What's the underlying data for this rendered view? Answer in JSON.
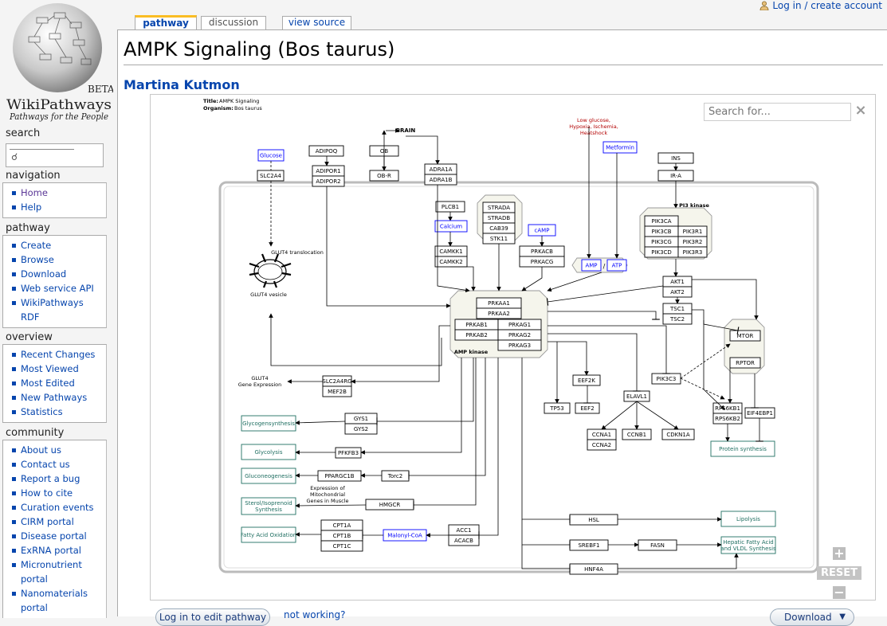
{
  "tabs": [
    {
      "label": "pathway",
      "active": true
    },
    {
      "label": "discussion",
      "active": false
    },
    {
      "label": "view source",
      "active": false
    }
  ],
  "personal": {
    "login": "Log in / create account"
  },
  "logo": {
    "badge": "BETA",
    "name": "WikiPathways",
    "tagline": "Pathways for the People"
  },
  "sidebar": {
    "search": {
      "title": "search"
    },
    "navigation": {
      "title": "navigation",
      "items": [
        "Home",
        "Help"
      ]
    },
    "pathway": {
      "title": "pathway",
      "items": [
        "Create",
        "Browse",
        "Download",
        "Web service API",
        "WikiPathways RDF"
      ]
    },
    "overview": {
      "title": "overview",
      "items": [
        "Recent Changes",
        "Most Viewed",
        "Most Edited",
        "New Pathways",
        "Statistics"
      ]
    },
    "community": {
      "title": "community",
      "items": [
        "About us",
        "Contact us",
        "Report a bug",
        "How to cite",
        "Curation events",
        "CIRM portal",
        "Disease portal",
        "ExRNA portal",
        "Micronutrient portal",
        "Nanomaterials portal"
      ]
    }
  },
  "page": {
    "title": "AMPK Signaling (Bos taurus)",
    "author": "Martina Kutmon"
  },
  "viewer": {
    "search_placeholder": "Search for...",
    "close": "×",
    "zoom_in": "+",
    "zoom_out": "−",
    "reset": "RESET",
    "edit_label": "Log in to edit pathway",
    "not_working": "not working?",
    "download_label": "Download",
    "download_caret": "▼"
  },
  "diagram": {
    "title_label": "Title:",
    "title_value": "AMPK Signaling",
    "organism_label": "Organism:",
    "organism_value": "Bos taurus",
    "labels": {
      "brain": "BRAIN",
      "stress": [
        "Low glucose,",
        "Hypoxia, Ischemia,",
        "Heatshock"
      ],
      "glut4_translocation": "GLUT4 translocation",
      "glut4_vesicle": "GLUT4 vesicle",
      "glut4_expr": [
        "GLUT4",
        "Gene Expression"
      ],
      "pi3": "PI3 kinase",
      "ampk": "AMP kinase",
      "mito": [
        "Expression of",
        "Mitochondrial",
        "Genes in Muscle"
      ],
      "slash": "/"
    },
    "genes": {
      "adipoq": "ADIPOQ",
      "ob": "OB",
      "adipor1": "ADIPOR1",
      "adipor2": "ADIPOR2",
      "obr": "OB-R",
      "adra1a": "ADRA1A",
      "adra1b": "ADRA1B",
      "slc2a4": "SLC2A4",
      "plcb1": "PLCB1",
      "strada": "STRADA",
      "stradb": "STRADB",
      "cab39": "CAB39",
      "stk11": "STK11",
      "ins": "INS",
      "ira": "IR-A",
      "camkk1": "CAMKK1",
      "camkk2": "CAMKK2",
      "prkacb": "PRKACB",
      "prkacg": "PRKACG",
      "pik3ca": "PIK3CA",
      "pik3cb": "PIK3CB",
      "pik3cg": "PIK3CG",
      "pik3cd": "PIK3CD",
      "pik3r1": "PIK3R1",
      "pik3r2": "PIK3R2",
      "pik3r3": "PIK3R3",
      "prkaa1": "PRKAA1",
      "prkaa2": "PRKAA2",
      "prkab1": "PRKAB1",
      "prkab2": "PRKAB2",
      "prkag1": "PRKAG1",
      "prkag2": "PRKAG2",
      "prkag3": "PRKAG3",
      "akt1": "AKT1",
      "akt2": "AKT2",
      "tsc1": "TSC1",
      "tsc2": "TSC2",
      "mtor": "MTOR",
      "rptor": "RPTOR",
      "slc2a4rg": "SLC2A4RG",
      "mef2b": "MEF2B",
      "gys1": "GYS1",
      "gys2": "GYS2",
      "pfkfb3": "PFKFB3",
      "ppargc1b": "PPARGC1B",
      "torc2": "Torc2",
      "hmgcr": "HMGCR",
      "cpt1a": "CPT1A",
      "cpt1b": "CPT1B",
      "cpt1c": "CPT1C",
      "acc1": "ACC1",
      "acacb": "ACACB",
      "eef2k": "EEF2K",
      "eef2": "EEF2",
      "tp53": "TP53",
      "elavl1": "ELAVL1",
      "ccna1": "CCNA1",
      "ccna2": "CCNA2",
      "ccnb1": "CCNB1",
      "cdkn1a": "CDKN1A",
      "pik3c3": "PIK3C3",
      "rps6kb1": "RPS6KB1",
      "rps6kb2": "RPS6KB2",
      "eif4ebp1": "EIF4EBP1",
      "hsl": "HSL",
      "srebf1": "SREBF1",
      "fasn": "FASN",
      "hnf4a": "HNF4A"
    },
    "metabolites": {
      "glucose": "Glucose",
      "calcium": "Calcium",
      "camp": "cAMP",
      "metformin": "Metformin",
      "amp": "AMP",
      "atp": "ATP",
      "malonyl": "Malonyl-CoA"
    },
    "processes": {
      "glycogen": "Glycogensynthesis",
      "glycolysis": "Glycolysis",
      "gluconeo": "Gluconeogenesis",
      "sterol": [
        "Sterol/Isoprenoid",
        "Synthesis"
      ],
      "fatty_ox": "Fatty Acid Oxidation",
      "protein": "Protein synthesis",
      "lipolysis": "Lipolysis",
      "hepatic": [
        "Hepatic Fatty Acid",
        "and VLDL Synthesis"
      ]
    }
  },
  "colors": {
    "link": "#0645ad",
    "tab_active": "#fabd23",
    "metabolite": "#0000ff",
    "process": "#206f62",
    "stress_text": "#b30000",
    "complex_fill": "#f5f5ec"
  }
}
